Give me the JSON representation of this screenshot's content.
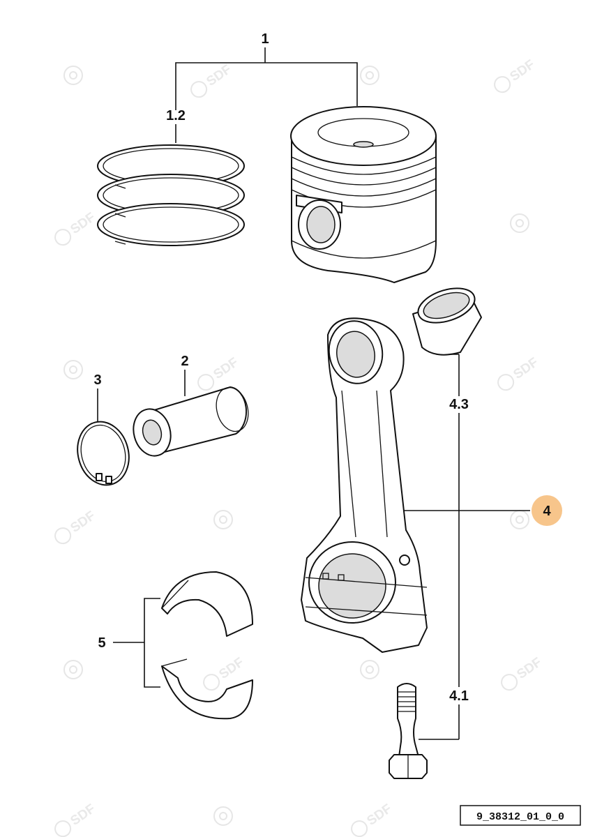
{
  "callouts": {
    "c1": "1",
    "c1_2": "1.2",
    "c2": "2",
    "c3": "3",
    "c4": "4",
    "c4_3": "4.3",
    "c4_1": "4.1",
    "c5": "5"
  },
  "reference_code": "9_38312_01_0_0",
  "watermark_text": "SDF",
  "colors": {
    "highlight": "#f7c58b",
    "ink": "#111111",
    "watermark": "#e6e6e6"
  },
  "icons": {
    "watermark": "sdf-logo-icon"
  }
}
